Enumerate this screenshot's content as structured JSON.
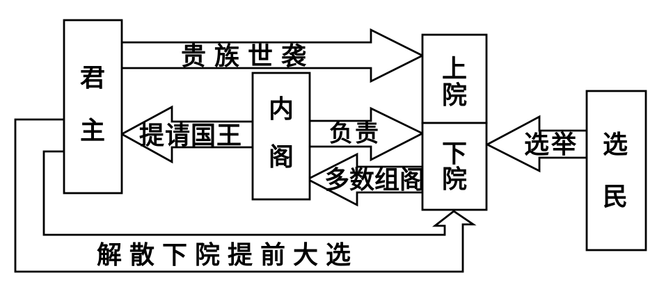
{
  "figure": {
    "background_color": "#ffffff",
    "line_color": "#000000",
    "description": "flow diagram of British constitutional structure"
  },
  "boxes": {
    "monarch": {
      "label": "君主",
      "chars": [
        "君",
        "主"
      ]
    },
    "cabinet": {
      "label": "内阁",
      "chars": [
        "内",
        "阁"
      ]
    },
    "upper_house": {
      "label": "上院",
      "chars": [
        "上",
        "院"
      ]
    },
    "lower_house": {
      "label": "下院",
      "chars": [
        "下",
        "院"
      ]
    },
    "voters": {
      "label": "选民",
      "chars": [
        "选",
        "民"
      ]
    }
  },
  "arrows": {
    "hereditary_peerage": {
      "label": "贵族世袭",
      "from": "monarch",
      "to": "upper_house",
      "direction": "right"
    },
    "request_king": {
      "label": "提请国王",
      "from": "cabinet",
      "to": "monarch",
      "direction": "left"
    },
    "responsible_to": {
      "label": "负责",
      "from": "cabinet",
      "to": "lower_house",
      "direction": "right"
    },
    "majority_forms_cabinet": {
      "label": "多数组阁",
      "from": "lower_house",
      "to": "cabinet",
      "direction": "left"
    },
    "election": {
      "label": "选举",
      "from": "voters",
      "to": "lower_house",
      "direction": "left"
    },
    "dissolve_early_election": {
      "label": "解散下院提前大选",
      "from": "monarch",
      "to": "lower_house",
      "direction": "up"
    }
  }
}
